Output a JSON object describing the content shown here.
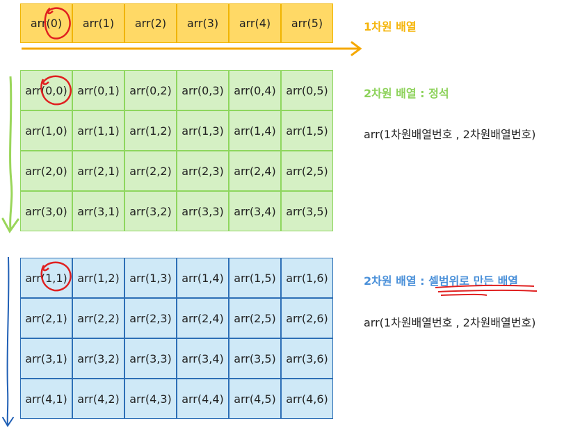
{
  "diagram": {
    "one_d": {
      "cells": [
        "arr(0)",
        "arr(1)",
        "arr(2)",
        "arr(3)",
        "arr(4)",
        "arr(5)"
      ],
      "label": "1차원 배열"
    },
    "two_d_fixed": {
      "rows": [
        [
          "arr(0,0)",
          "arr(0,1)",
          "arr(0,2)",
          "arr(0,3)",
          "arr(0,4)",
          "arr(0,5)"
        ],
        [
          "arr(1,0)",
          "arr(1,1)",
          "arr(1,2)",
          "arr(1,3)",
          "arr(1,4)",
          "arr(1,5)"
        ],
        [
          "arr(2,0)",
          "arr(2,1)",
          "arr(2,2)",
          "arr(2,3)",
          "arr(2,4)",
          "arr(2,5)"
        ],
        [
          "arr(3,0)",
          "arr(3,1)",
          "arr(3,2)",
          "arr(3,3)",
          "arr(3,4)",
          "arr(3,5)"
        ]
      ],
      "label": "2차원 배열 : 정석",
      "description": "arr(1차원배열번호 , 2차원배열번호)"
    },
    "two_d_cell_range": {
      "rows": [
        [
          "arr(1,1)",
          "arr(1,2)",
          "arr(1,3)",
          "arr(1,4)",
          "arr(1,5)",
          "arr(1,6)"
        ],
        [
          "arr(2,1)",
          "arr(2,2)",
          "arr(2,3)",
          "arr(2,4)",
          "arr(2,5)",
          "arr(2,6)"
        ],
        [
          "arr(3,1)",
          "arr(3,2)",
          "arr(3,3)",
          "arr(3,4)",
          "arr(3,5)",
          "arr(3,6)"
        ],
        [
          "arr(4,1)",
          "arr(4,2)",
          "arr(4,3)",
          "arr(4,4)",
          "arr(4,5)",
          "arr(4,6)"
        ]
      ],
      "label_prefix": "2차원 배열 : ",
      "label_emphasis": "셀범위로 만든 배열",
      "description": "arr(1차원배열번호 , 2차원배열번호)"
    }
  },
  "colors": {
    "one_d_fill": "#ffd966",
    "two_d_fill": "#d5f0c4",
    "cell_range_fill": "#cfe9f7",
    "highlight": "#e02020",
    "arrow_orange": "#f5a800",
    "arrow_green": "#9ad65a",
    "arrow_blue": "#1f5fb5"
  }
}
